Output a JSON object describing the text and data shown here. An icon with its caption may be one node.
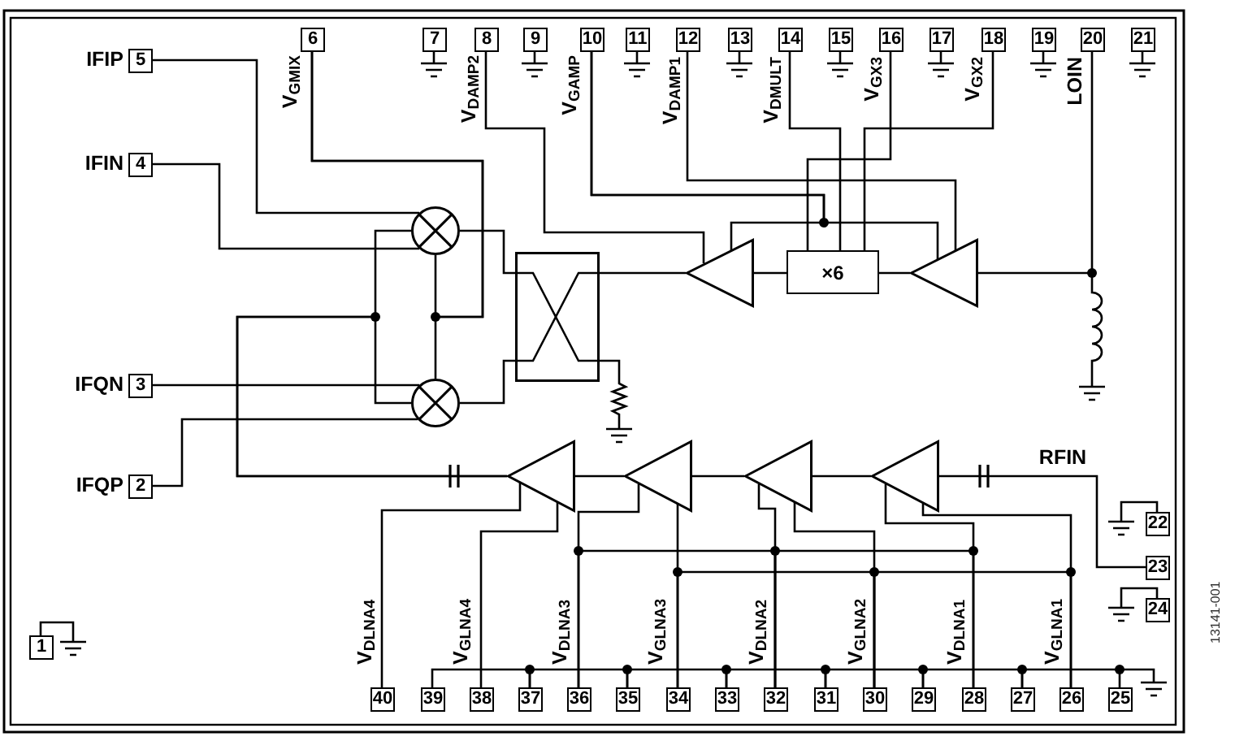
{
  "diagram": {
    "nodes": [
      {
        "text": [
          "5"
        ],
        "beside": [
          "IFIP"
        ]
      },
      {
        "text": [
          "4"
        ],
        "beside": [
          "IFIN"
        ]
      },
      {
        "text": [
          "3"
        ],
        "beside": [
          "IFQN"
        ]
      },
      {
        "text": [
          "2"
        ],
        "beside": [
          "IFQP"
        ]
      },
      {
        "text": [
          "1"
        ]
      },
      {
        "text": [
          "6"
        ],
        "beside": [
          "V$_{GMIX}$"
        ]
      },
      {
        "text": [
          "7"
        ]
      },
      {
        "text": [
          "8"
        ],
        "beside": [
          "V$_{DAMP2}$"
        ]
      },
      {
        "text": [
          "9"
        ]
      },
      {
        "text": [
          "10"
        ],
        "beside": [
          "V$_{GAMP}$"
        ]
      },
      {
        "text": [
          "11"
        ]
      },
      {
        "text": [
          "12"
        ],
        "beside": [
          "V$_{DAMP1}$"
        ]
      },
      {
        "text": [
          "13"
        ]
      },
      {
        "text": [
          "14"
        ],
        "beside": [
          "V$_{DMULT}$"
        ]
      },
      {
        "text": [
          "15"
        ]
      },
      {
        "text": [
          "16"
        ],
        "beside": [
          "V$_{GX3}$"
        ]
      },
      {
        "text": [
          "17"
        ]
      },
      {
        "text": [
          "18"
        ],
        "beside": [
          "V$_{GX2}$"
        ]
      },
      {
        "text": [
          "19"
        ]
      },
      {
        "text": [
          "20"
        ],
        "beside": [
          "LOIN"
        ]
      },
      {
        "text": [
          "21"
        ]
      },
      {
        "text": [
          "22"
        ]
      },
      {
        "text": [
          "23"
        ]
      },
      {
        "text": [
          "24"
        ]
      },
      {
        "text": [
          "40"
        ],
        "beside": [
          "V$_{DLNA4}$"
        ]
      },
      {
        "text": [
          "39"
        ]
      },
      {
        "text": [
          "38"
        ],
        "beside": [
          "V$_{GLNA4}$"
        ]
      },
      {
        "text": [
          "37"
        ]
      },
      {
        "text": [
          "36"
        ],
        "beside": [
          "V$_{DLNA3}$"
        ]
      },
      {
        "text": [
          "35"
        ]
      },
      {
        "text": [
          "34"
        ],
        "beside": [
          "V$_{GLNA3}$"
        ]
      },
      {
        "text": [
          "33"
        ]
      },
      {
        "text": [
          "32"
        ],
        "beside": [
          "V$_{DLNA2}$"
        ]
      },
      {
        "text": [
          "31"
        ]
      },
      {
        "text": [
          "30"
        ],
        "beside": [
          "V$_{GLNA2}$"
        ]
      },
      {
        "text": [
          "29"
        ]
      },
      {
        "text": [
          "28"
        ],
        "beside": [
          "V$_{DLNA1}$"
        ]
      },
      {
        "text": [
          "27"
        ]
      },
      {
        "text": [
          "26"
        ],
        "beside": [
          "V$_{GLNA1}$"
        ]
      },
      {
        "text": [
          "25"
        ]
      },
      {
        "text": [],
        "shape": "circle"
      },
      {
        "text": [],
        "shape": "circle"
      },
      {
        "text": [],
        "shape": "box"
      },
      {
        "text": [],
        "shape": "triangle"
      },
      {
        "text": [
          "×6"
        ]
      },
      {
        "text": [],
        "shape": "triangle"
      },
      {
        "text": [],
        "shape": "triangle"
      },
      {
        "text": [],
        "shape": "triangle"
      },
      {
        "text": [],
        "shape": "triangle"
      },
      {
        "text": [],
        "shape": "triangle"
      }
    ],
    "edges": [
      {
        "from": 0,
        "to": 40,
        "arrow": "none"
      },
      {
        "from": 1,
        "to": 40,
        "arrow": "none"
      },
      {
        "from": 2,
        "to": 41,
        "arrow": "none"
      },
      {
        "from": 3,
        "to": 41,
        "arrow": "none"
      },
      {
        "from": 5,
        "to": 40,
        "arrow": "none"
      },
      {
        "from": 5,
        "to": 41,
        "arrow": "none"
      },
      {
        "from": 46,
        "to": 40,
        "arrow": "none"
      },
      {
        "from": 46,
        "to": 41,
        "arrow": "none"
      },
      {
        "from": 40,
        "to": 42,
        "arrow": "none"
      },
      {
        "from": 41,
        "to": 42,
        "arrow": "none"
      },
      {
        "from": 42,
        "to": 43,
        "arrow": "none"
      },
      {
        "from": 44,
        "to": 43,
        "arrow": "none"
      },
      {
        "from": 45,
        "to": 44,
        "arrow": "none"
      },
      {
        "from": 19,
        "to": 45,
        "arrow": "none"
      },
      {
        "from": 7,
        "to": 43,
        "arrow": "none"
      },
      {
        "from": 9,
        "to": 43,
        "arrow": "none"
      },
      {
        "from": 9,
        "to": 45,
        "arrow": "none"
      },
      {
        "from": 11,
        "to": 45,
        "arrow": "none"
      },
      {
        "from": 13,
        "to": 44,
        "arrow": "none"
      },
      {
        "from": 15,
        "to": 44,
        "arrow": "none"
      },
      {
        "from": 17,
        "to": 44,
        "arrow": "none"
      },
      {
        "from": 47,
        "to": 46,
        "arrow": "none"
      },
      {
        "from": 48,
        "to": 47,
        "arrow": "none"
      },
      {
        "from": 49,
        "to": 48,
        "arrow": "none"
      },
      {
        "from": 22,
        "to": 49,
        "arrow": "none"
      },
      {
        "from": 24,
        "to": 46,
        "arrow": "none"
      },
      {
        "from": 26,
        "to": 46,
        "arrow": "none"
      },
      {
        "from": 28,
        "to": 47,
        "arrow": "none"
      },
      {
        "from": 30,
        "to": 47,
        "arrow": "none"
      },
      {
        "from": 32,
        "to": 48,
        "arrow": "none"
      },
      {
        "from": 34,
        "to": 48,
        "arrow": "none"
      },
      {
        "from": 36,
        "to": 49,
        "arrow": "none"
      },
      {
        "from": 38,
        "to": 49,
        "arrow": "none"
      },
      {
        "from": 28,
        "to": 32,
        "arrow": "none"
      },
      {
        "from": 32,
        "to": 36,
        "arrow": "none"
      },
      {
        "from": 30,
        "to": 34,
        "arrow": "none"
      },
      {
        "from": 34,
        "to": 38,
        "arrow": "none"
      },
      {
        "from": 25,
        "to": 27,
        "arrow": "none"
      },
      {
        "from": 27,
        "to": 29,
        "arrow": "none"
      },
      {
        "from": 29,
        "to": 31,
        "arrow": "none"
      },
      {
        "from": 31,
        "to": 33,
        "arrow": "none"
      },
      {
        "from": 33,
        "to": 35,
        "arrow": "none"
      },
      {
        "from": 35,
        "to": 37,
        "arrow": "none"
      },
      {
        "from": 37,
        "to": 39,
        "arrow": "none"
      }
    ],
    "labels": [
      "RFIN",
      "13141-001"
    ]
  }
}
